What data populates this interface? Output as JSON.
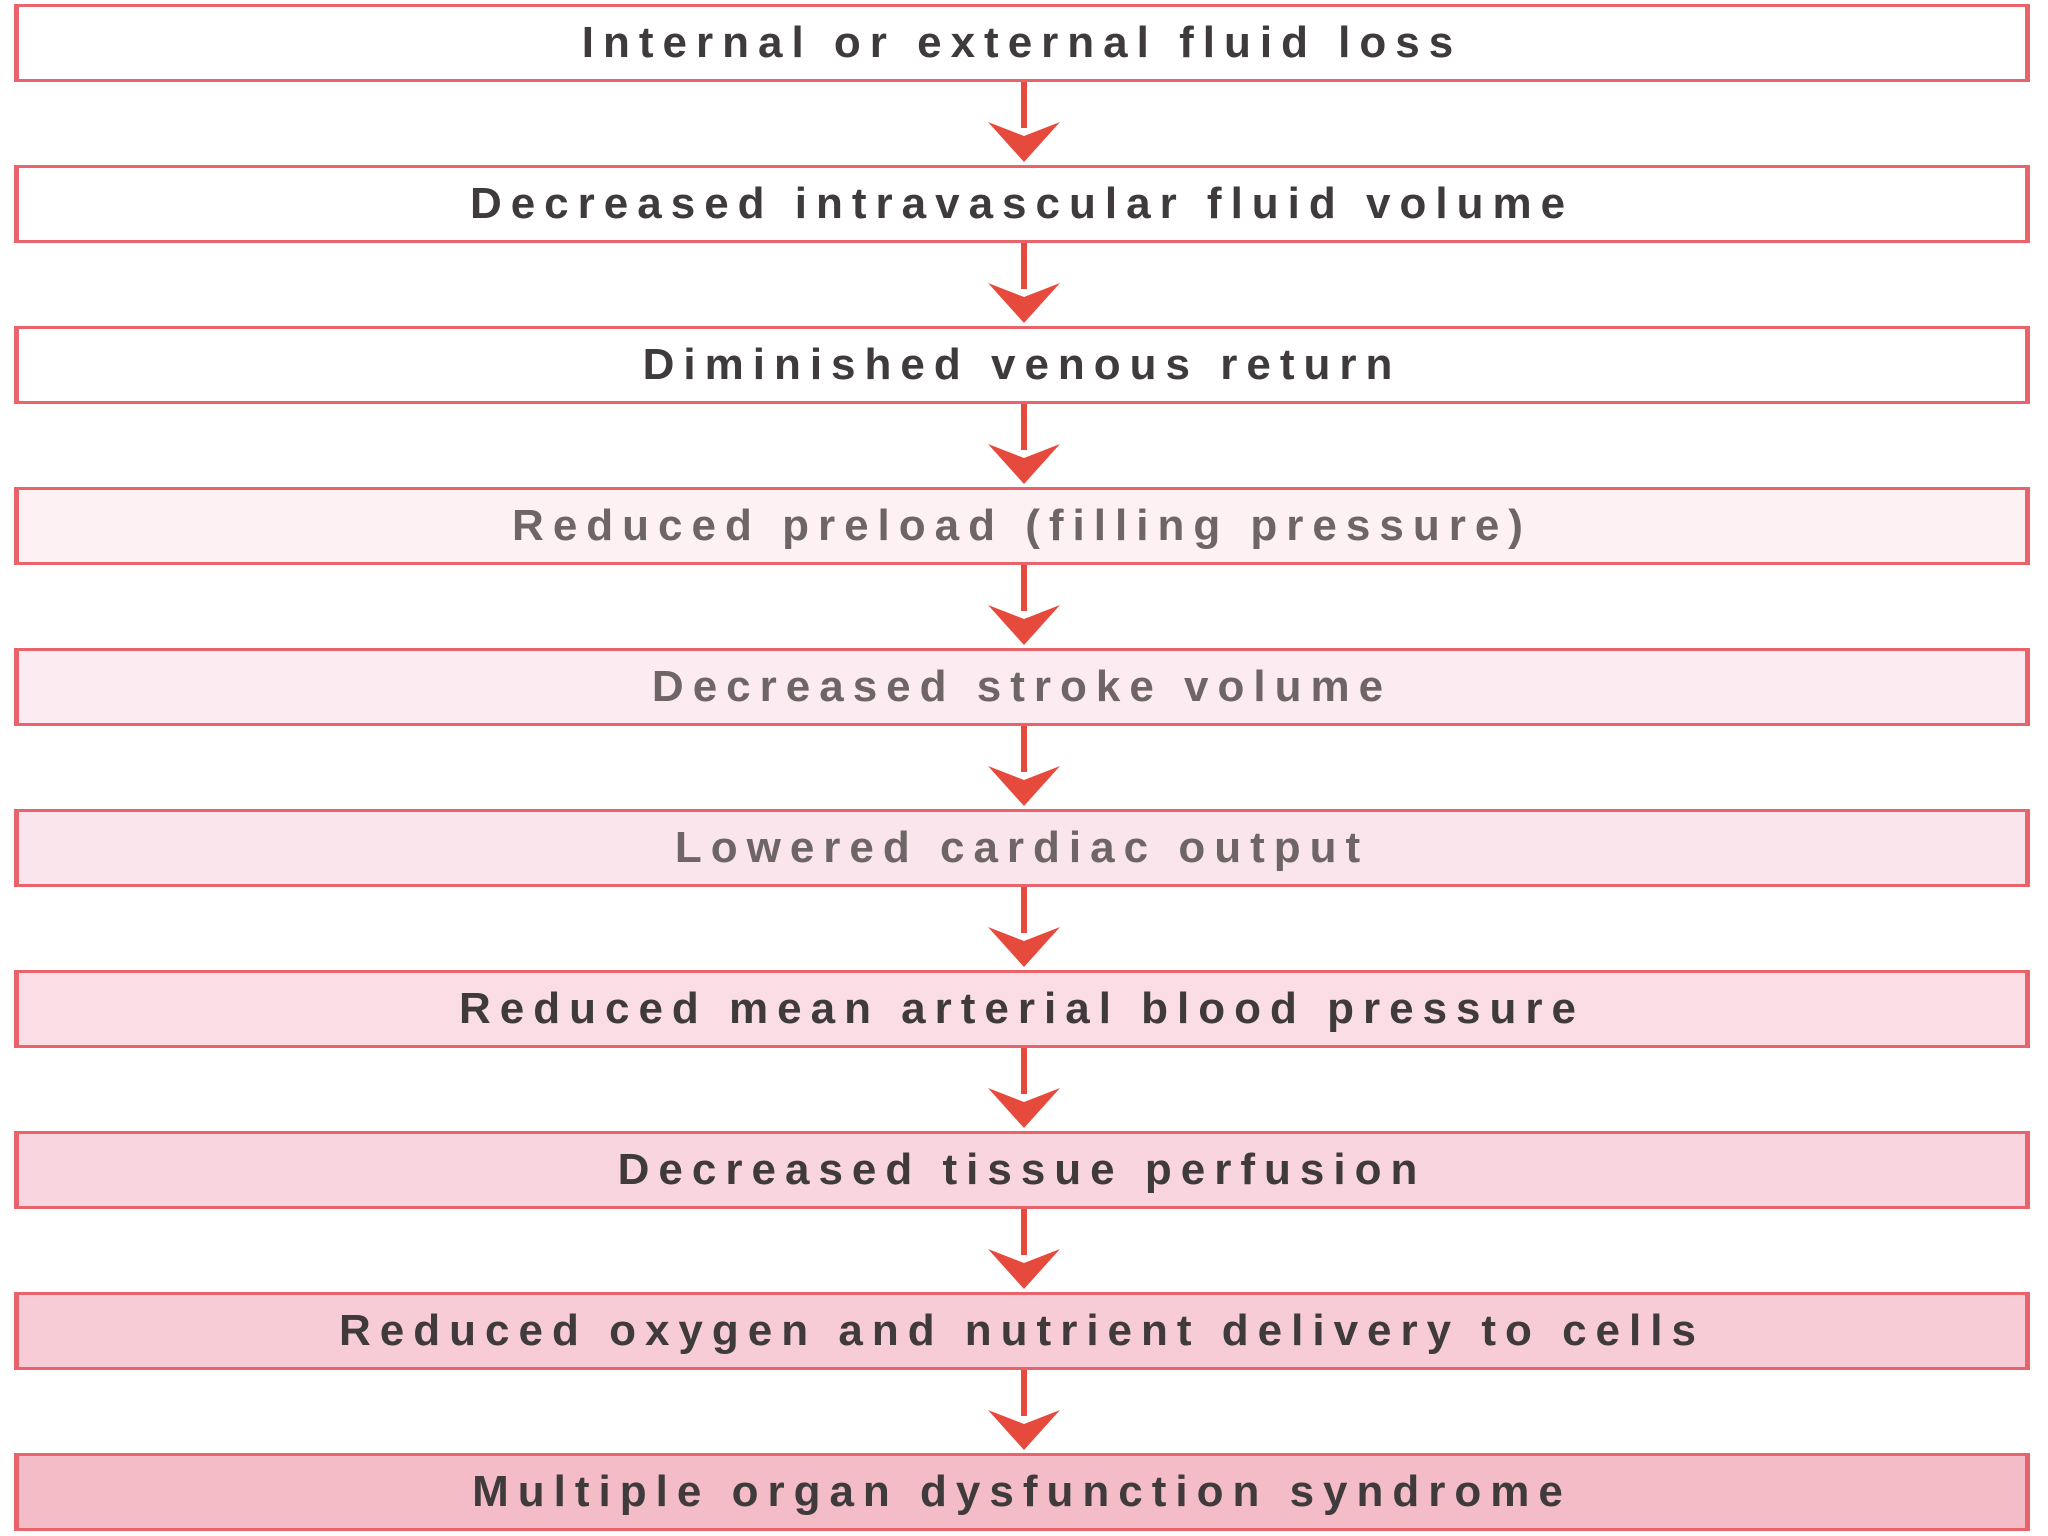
{
  "flowchart": {
    "arrow_color": "#e64a3c",
    "border_color": "#e8646a",
    "steps": [
      {
        "label": "Internal or external fluid loss",
        "fill": "#ffffff",
        "faded": false
      },
      {
        "label": "Decreased intravascular fluid volume",
        "fill": "#ffffff",
        "faded": false
      },
      {
        "label": "Diminished venous return",
        "fill": "#ffffff",
        "faded": false
      },
      {
        "label": "Reduced preload (filling pressure)",
        "fill": "#fdf1f4",
        "faded": true
      },
      {
        "label": "Decreased stroke volume",
        "fill": "#fcecf1",
        "faded": true
      },
      {
        "label": "Lowered cardiac output",
        "fill": "#fbe5ec",
        "faded": true
      },
      {
        "label": "Reduced mean arterial blood pressure",
        "fill": "#fadde5",
        "faded": false
      },
      {
        "label": "Decreased tissue perfusion",
        "fill": "#f9d5df",
        "faded": false
      },
      {
        "label": "Reduced oxygen and nutrient delivery to cells",
        "fill": "#f7ccd6",
        "faded": false
      },
      {
        "label": "Multiple organ dysfunction syndrome",
        "fill": "#f3bcc6",
        "faded": false
      }
    ]
  }
}
